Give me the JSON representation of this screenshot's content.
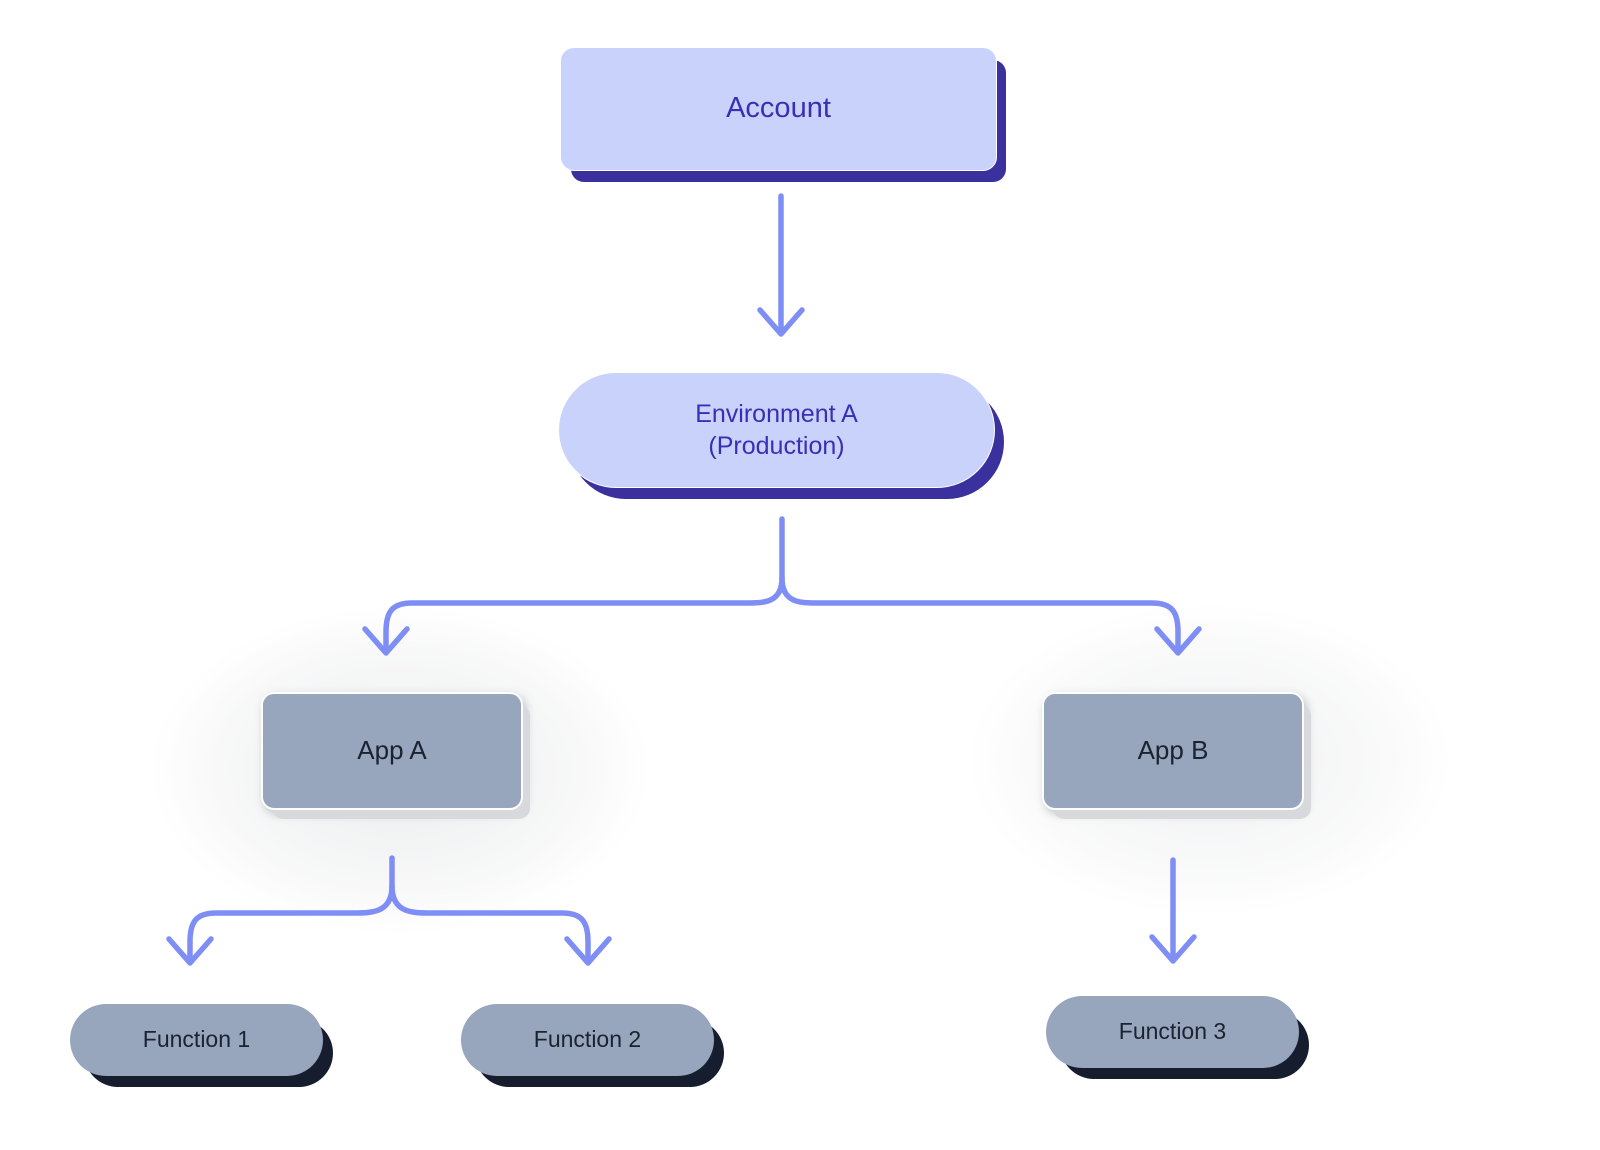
{
  "diagram": {
    "title": "Account / Environment / App / Function hierarchy",
    "background_color": "#ffffff",
    "edge_color": "#7f8ef4",
    "nodes": [
      {
        "id": "account",
        "label": "Account",
        "shape": "rounded-rect",
        "fill": "#c9d2fb",
        "text_color": "#3730b4",
        "shadow_color": "#3a309e",
        "level": 0
      },
      {
        "id": "env-a",
        "label": "Environment A\n(Production)",
        "shape": "pill",
        "fill": "#c9d2fb",
        "text_color": "#3730b4",
        "shadow_color": "#3a309e",
        "level": 1
      },
      {
        "id": "app-a",
        "label": "App A",
        "shape": "rounded-rect",
        "fill": "#97a5bd",
        "text_color": "#1b2230",
        "shadow_color": "#d8d9dc",
        "level": 2
      },
      {
        "id": "app-b",
        "label": "App B",
        "shape": "rounded-rect",
        "fill": "#97a5bd",
        "text_color": "#1b2230",
        "shadow_color": "#d8d9dc",
        "level": 2
      },
      {
        "id": "fn-1",
        "label": "Function 1",
        "shape": "pill",
        "fill": "#97a5bd",
        "text_color": "#1b2230",
        "shadow_color": "#161d2e",
        "level": 3
      },
      {
        "id": "fn-2",
        "label": "Function 2",
        "shape": "pill",
        "fill": "#97a5bd",
        "text_color": "#1b2230",
        "shadow_color": "#161d2e",
        "level": 3
      },
      {
        "id": "fn-3",
        "label": "Function 3",
        "shape": "pill",
        "fill": "#97a5bd",
        "text_color": "#1b2230",
        "shadow_color": "#161d2e",
        "level": 3
      }
    ],
    "edges": [
      {
        "from": "account",
        "to": "env-a",
        "style": "straight-arrow"
      },
      {
        "from": "env-a",
        "to": "app-a",
        "style": "branch-arrow"
      },
      {
        "from": "env-a",
        "to": "app-b",
        "style": "branch-arrow"
      },
      {
        "from": "app-a",
        "to": "fn-1",
        "style": "branch-arrow"
      },
      {
        "from": "app-a",
        "to": "fn-2",
        "style": "branch-arrow"
      },
      {
        "from": "app-b",
        "to": "fn-3",
        "style": "straight-arrow"
      }
    ]
  }
}
